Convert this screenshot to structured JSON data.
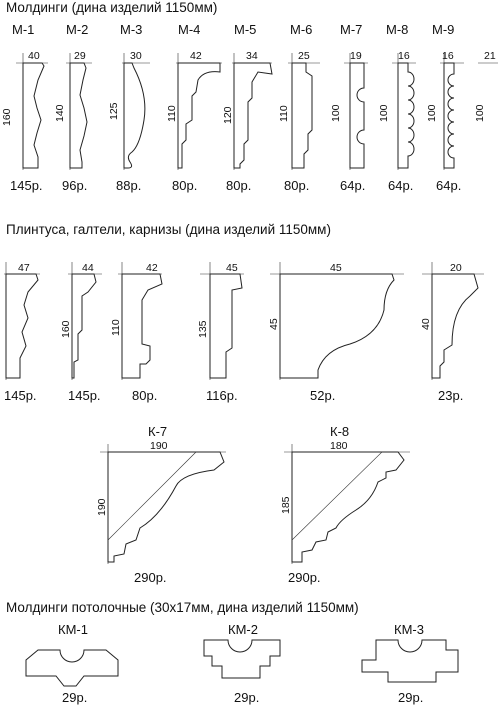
{
  "sections": {
    "moldings_title": "Молдинги (дина изделий 1150мм)",
    "plinths_title": "Плинтуса, галтели, карнизы (дина изделий 1150мм)",
    "ceiling_title": "Молдинги потолочные (30х17мм, дина изделий 1150мм)"
  },
  "moldings": [
    {
      "name": "М-1",
      "width": "40",
      "height": "160",
      "price": "145р."
    },
    {
      "name": "М-2",
      "width": "29",
      "height": "140",
      "price": "96р."
    },
    {
      "name": "М-3",
      "width": "30",
      "height": "125",
      "price": "88р."
    },
    {
      "name": "М-4",
      "width": "42",
      "height": "110",
      "price": "80р."
    },
    {
      "name": "М-5",
      "width": "34",
      "height": "120",
      "price": "80р."
    },
    {
      "name": "М-6",
      "width": "25",
      "height": "110",
      "price": "80р."
    },
    {
      "name": "М-7",
      "width": "19",
      "height": "100",
      "price": "64р."
    },
    {
      "name": "М-8",
      "width": "16",
      "height": "100",
      "price": "64р."
    },
    {
      "name": "М-9",
      "width": "16",
      "height": "100",
      "price": "64р."
    },
    {
      "name": "",
      "width": "21",
      "height": "100",
      "price": ""
    }
  ],
  "plinths": [
    {
      "width": "47",
      "height": "",
      "price": "145р."
    },
    {
      "width": "44",
      "height": "160",
      "price": "145р."
    },
    {
      "width": "42",
      "height": "110",
      "price": "80р."
    },
    {
      "width": "45",
      "height": "135",
      "price": "116р."
    },
    {
      "width": "45",
      "height": "45",
      "price": "52р."
    },
    {
      "width": "20",
      "height": "40",
      "price": "23р."
    }
  ],
  "cornices": [
    {
      "name": "К-7",
      "width": "190",
      "height": "190",
      "price": "290р."
    },
    {
      "name": "К-8",
      "width": "180",
      "height": "185",
      "price": "290р."
    }
  ],
  "ceiling": [
    {
      "name": "КМ-1",
      "price": "29р."
    },
    {
      "name": "КМ-2",
      "price": "29р."
    },
    {
      "name": "КМ-3",
      "price": "29р."
    }
  ]
}
